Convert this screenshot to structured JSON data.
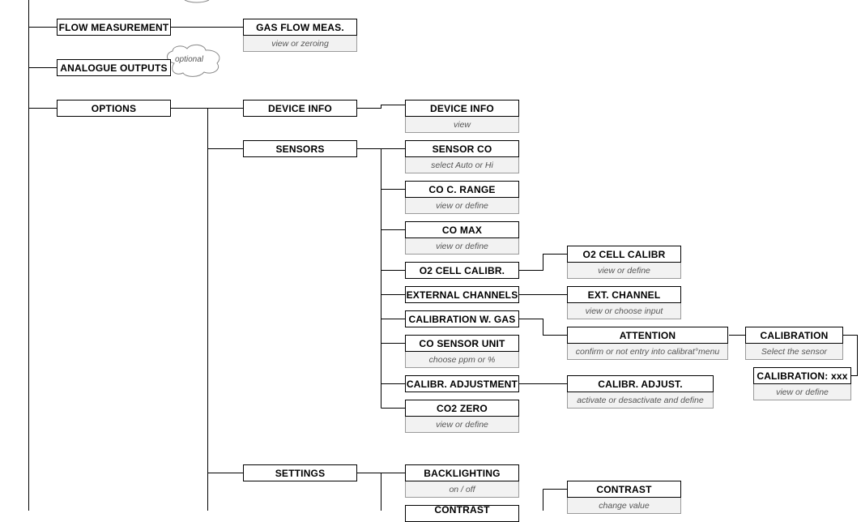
{
  "colors": {
    "line": "#000000",
    "sub_bg": "#f2f2f2",
    "sub_border": "#9a9a9a",
    "sub_text": "#555555"
  },
  "nodes": {
    "flow_measurement": {
      "title": "FLOW MEASUREMENT"
    },
    "gas_flow_meas": {
      "title": "GAS FLOW MEAS.",
      "subtitle": "view or zeroing"
    },
    "analogue_outputs": {
      "title": "ANALOGUE OUTPUTS",
      "note": "optional"
    },
    "options": {
      "title": "OPTIONS"
    },
    "device_info": {
      "title": "DEVICE INFO"
    },
    "device_info_detail": {
      "title": "DEVICE INFO",
      "subtitle": "view"
    },
    "sensors": {
      "title": "SENSORS"
    },
    "sensor_co": {
      "title": "SENSOR CO",
      "subtitle": "select Auto or Hi"
    },
    "co_c_range": {
      "title": "CO C. RANGE",
      "subtitle": "view or define"
    },
    "co_max": {
      "title": "CO MAX",
      "subtitle": "view or define"
    },
    "o2_cell_calibr": {
      "title": "O2 CELL CALIBR."
    },
    "o2_cell_calibr_detail": {
      "title": "O2 CELL CALIBR",
      "subtitle": "view or define"
    },
    "external_channels": {
      "title": "EXTERNAL CHANNELS"
    },
    "ext_channel": {
      "title": "EXT. CHANNEL",
      "subtitle": "view or choose input"
    },
    "calibration_w_gas": {
      "title": "CALIBRATION W. GAS"
    },
    "attention": {
      "title": "ATTENTION",
      "subtitle": "confirm or not entry into calibrat°menu"
    },
    "calibration": {
      "title": "CALIBRATION",
      "subtitle": "Select the sensor"
    },
    "calibration_xxx": {
      "title": "CALIBRATION: xxx",
      "subtitle": "view or define"
    },
    "co_sensor_unit": {
      "title": "CO SENSOR UNIT",
      "subtitle": "choose ppm or %"
    },
    "calibr_adjustment": {
      "title": "CALIBR. ADJUSTMENT"
    },
    "calibr_adjust": {
      "title": "CALIBR. ADJUST.",
      "subtitle": "activate or desactivate and define"
    },
    "co2_zero": {
      "title": "CO2 ZERO",
      "subtitle": "view or define"
    },
    "settings": {
      "title": "SETTINGS"
    },
    "backlighting": {
      "title": "BACKLIGHTING",
      "subtitle": "on / off"
    },
    "contrast": {
      "title": "CONTRAST",
      "subtitle": "change value"
    },
    "contrast_partial": {
      "title": "CONTRAST"
    }
  }
}
